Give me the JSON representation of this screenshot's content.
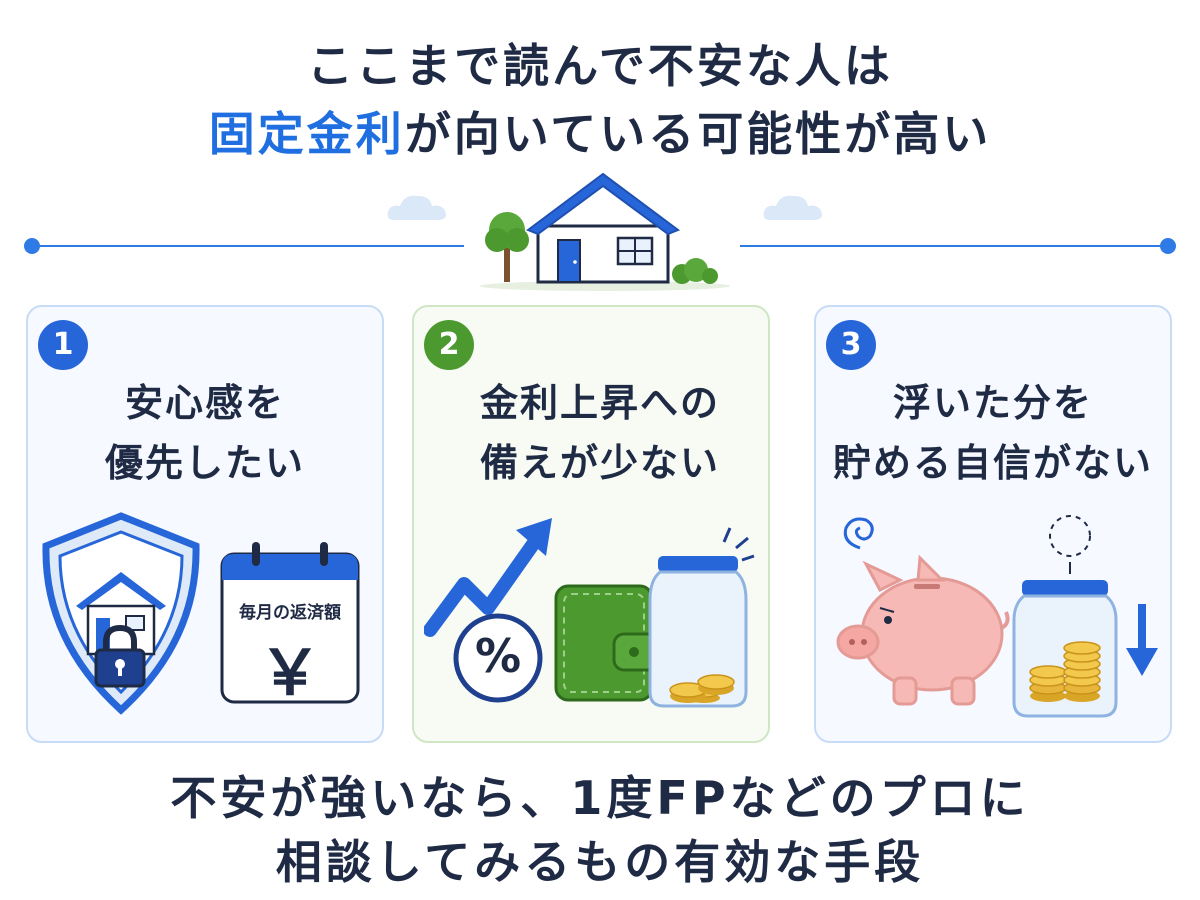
{
  "headline": {
    "line1": "ここまで読んで不安な人は",
    "line2_accent": "固定金利",
    "line2_rest": "が向いている可能性が高い"
  },
  "cards": [
    {
      "number": "1",
      "title_line1": "安心感を",
      "title_line2": "優先したい",
      "calendar_label": "毎月の返済額",
      "calendar_symbol": "￥",
      "icons": [
        "shield-house-icon",
        "lock-icon",
        "calendar-icon"
      ]
    },
    {
      "number": "2",
      "title_line1": "金利上昇への",
      "title_line2": "備えが少ない",
      "percent_symbol": "%",
      "icons": [
        "rising-arrow-icon",
        "percent-icon",
        "wallet-icon",
        "jar-icon",
        "coins-icon"
      ]
    },
    {
      "number": "3",
      "title_line1": "浮いた分を",
      "title_line2": "貯める自信がない",
      "icons": [
        "piggy-bank-icon",
        "dizzy-icon",
        "jar-icon",
        "coins-icon",
        "down-arrow-icon"
      ]
    }
  ],
  "footer": {
    "line1": "不安が強いなら、1度FPなどのプロに",
    "line2": "相談してみるもの有効な手段"
  },
  "colors": {
    "accent": "#1f6fe0",
    "text": "#1f2a44",
    "blue": "#2766d8",
    "green": "#4c9a2f"
  }
}
